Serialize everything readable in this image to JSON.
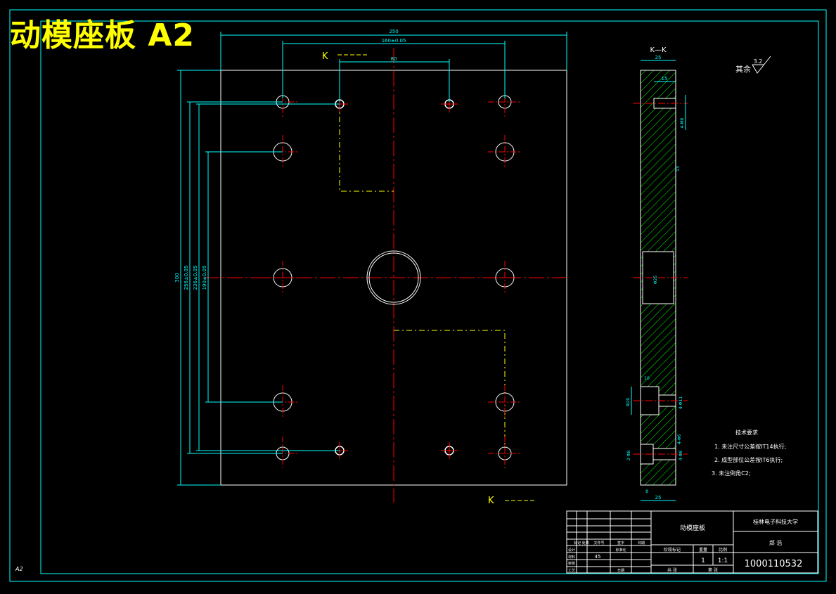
{
  "drawing": {
    "title": "动模座板  A2",
    "sheet_corner_label": "A2"
  },
  "plan_view": {
    "section_marker": "K",
    "dims_top": {
      "overall_width": "250",
      "hole_spacing_outer": "160±0.05",
      "hole_spacing_inner": "80"
    },
    "dims_left": {
      "overall_height": "300",
      "d1": "256±0.05",
      "d2": "236±0.05",
      "d3": "190±0.05"
    }
  },
  "section_view": {
    "label": "K—K",
    "dim_top_thickness": "25",
    "dim_bottom_thickness": "25",
    "dim_top_offset": "15",
    "dim_h1": "4-M6",
    "dim_bore": "Φ25",
    "dim_cbore": "Φ20",
    "dim_h2": "4-Φ11",
    "dim_h3": "4-Φ6",
    "dim_h4": "2-Φ8",
    "dim_h5": "4-Φ8",
    "dim_len": "10",
    "dim_small": "8",
    "dim_side": "13"
  },
  "surface_finish": {
    "label": "其余",
    "value": "3.2"
  },
  "technical_requirements": {
    "heading": "技术要求",
    "items": [
      "1. 未注尺寸公差按IT14执行;",
      "2. 成型部位公差按IT6执行;",
      "3. 未注倒角C2;"
    ]
  },
  "title_block": {
    "part_name": "动模座板",
    "school": "桂林电子科技大学",
    "designer_title": "郑 浩",
    "drawing_number": "1000110532",
    "material": "45",
    "scale": "1:1",
    "quantity": "1",
    "labels": {
      "stage_mark": "阶段标记",
      "weight": "重量",
      "scale": "比例",
      "design": "设计",
      "standardization": "标准化",
      "material": "材料",
      "review": "审核",
      "process": "工艺",
      "approve": "日期",
      "sheet_total": "共 张",
      "sheet_num": "第 张",
      "marking": "标记 处数",
      "doc": "文件号",
      "sign": "签字",
      "date": "日期"
    }
  },
  "colors": {
    "background": "#000000",
    "outline": "#ffffff",
    "dimension": "#00ffff",
    "centerline": "#ff0000",
    "hidden": "#ffff00",
    "hatch": "#00ff00",
    "title": "#ffff00"
  }
}
